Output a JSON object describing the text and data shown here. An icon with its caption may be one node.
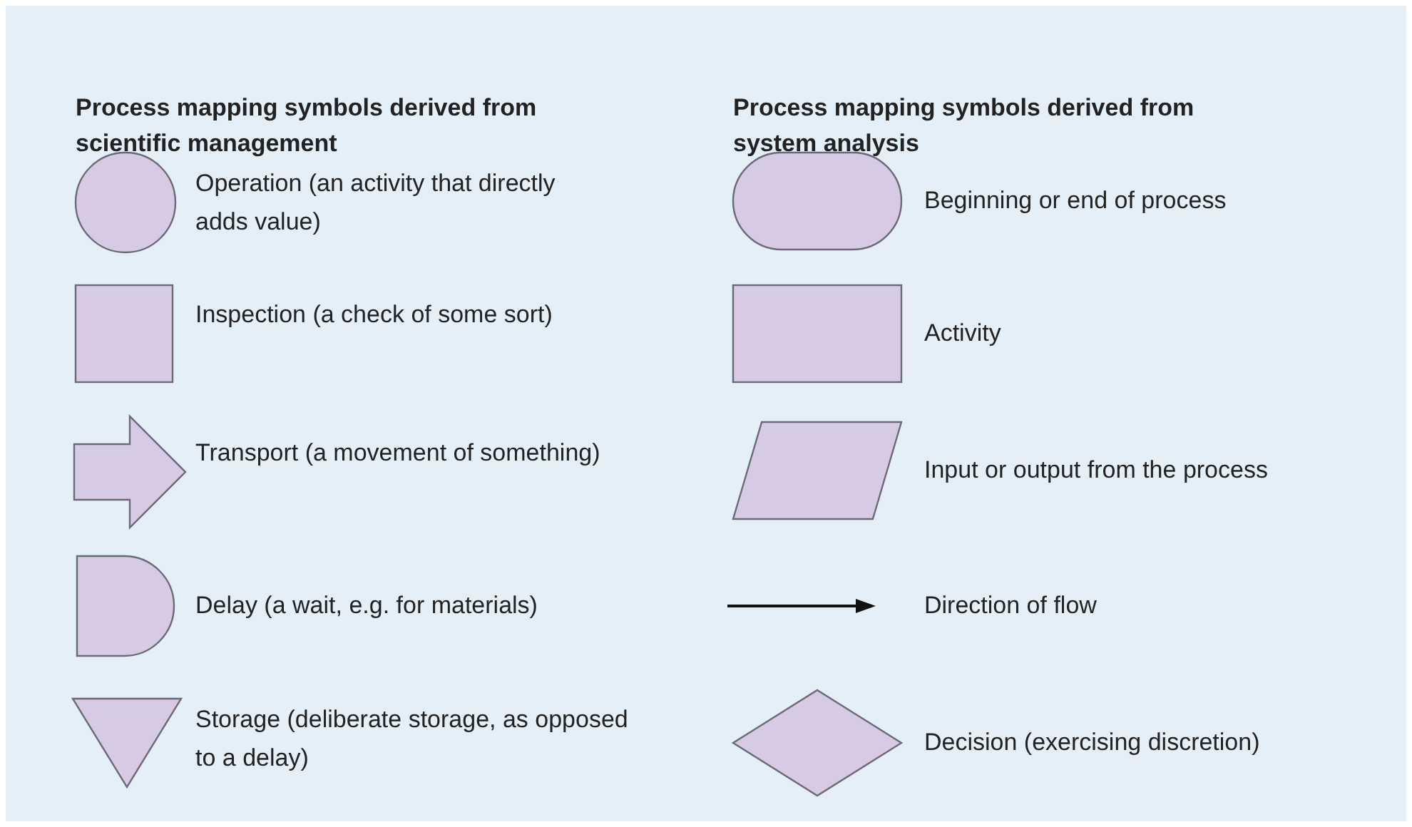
{
  "diagram": {
    "nodes": [
      {
        "text": [],
        "shape": "circle",
        "beside": [
          "Operation (an activity that directly adds value)"
        ]
      },
      {
        "text": [],
        "shape": "box",
        "beside": [
          "Inspection (a check of some sort)"
        ]
      },
      {
        "text": [],
        "shape": "arrow",
        "beside": [
          "Transport (a movement of something)"
        ]
      },
      {
        "text": [],
        "shape": "semicircle",
        "beside": [
          "Delay (a wait, e.g. for materials)"
        ]
      },
      {
        "text": [],
        "shape": "triangle",
        "beside": [
          "Storage (deliberate storage, as opposed to a delay)"
        ]
      },
      {
        "text": [],
        "shape": "oval",
        "beside": [
          "Beginning or end of process"
        ]
      },
      {
        "text": [],
        "shape": "box",
        "beside": [
          "Activity"
        ]
      },
      {
        "text": [],
        "shape": "parallelogram",
        "beside": [
          "Input or output from the process"
        ]
      },
      {
        "text": [],
        "shape": "diamond",
        "beside": [
          "Decision (exercising discretion)"
        ]
      }
    ],
    "labels": [
      "Process mapping symbols derived from scientific management",
      "Process mapping symbols derived from system analysis",
      "Direction of flow"
    ]
  }
}
